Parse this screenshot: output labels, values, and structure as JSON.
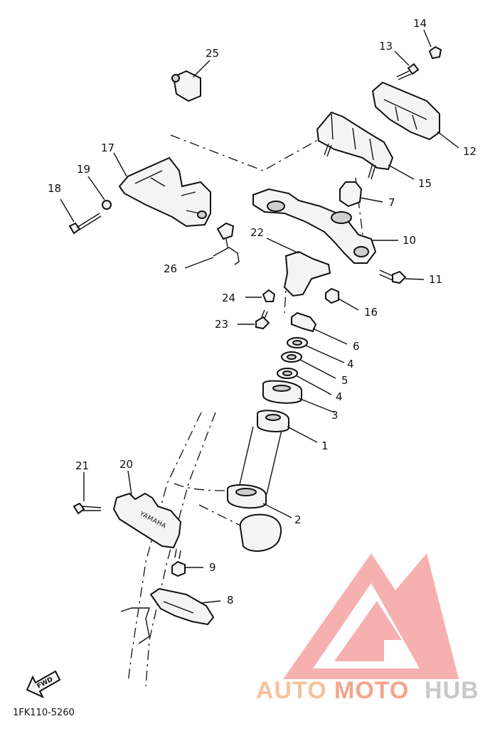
{
  "diagram": {
    "part_labels": [
      {
        "id": "p1",
        "text": "1"
      },
      {
        "id": "p2",
        "text": "2"
      },
      {
        "id": "p3",
        "text": "3"
      },
      {
        "id": "p4a",
        "text": "4"
      },
      {
        "id": "p4b",
        "text": "4"
      },
      {
        "id": "p5",
        "text": "5"
      },
      {
        "id": "p6",
        "text": "6"
      },
      {
        "id": "p7",
        "text": "7"
      },
      {
        "id": "p8",
        "text": "8"
      },
      {
        "id": "p9",
        "text": "9"
      },
      {
        "id": "p10",
        "text": "10"
      },
      {
        "id": "p11",
        "text": "11"
      },
      {
        "id": "p12",
        "text": "12"
      },
      {
        "id": "p13",
        "text": "13"
      },
      {
        "id": "p14",
        "text": "14"
      },
      {
        "id": "p15",
        "text": "15"
      },
      {
        "id": "p16",
        "text": "16"
      },
      {
        "id": "p17",
        "text": "17"
      },
      {
        "id": "p18",
        "text": "18"
      },
      {
        "id": "p19",
        "text": "19"
      },
      {
        "id": "p20",
        "text": "20"
      },
      {
        "id": "p21",
        "text": "21"
      },
      {
        "id": "p22",
        "text": "22"
      },
      {
        "id": "p23",
        "text": "23"
      },
      {
        "id": "p24",
        "text": "24"
      },
      {
        "id": "p25",
        "text": "25"
      },
      {
        "id": "p26",
        "text": "26"
      }
    ],
    "bracket_brand": "YAMAHA",
    "find_label": "FWD",
    "diagram_code": "1FK110-5260"
  },
  "watermark": {
    "text_auto": "AUTO",
    "text_moto": "MOTO",
    "text_hub": "HUB",
    "colors": {
      "auto": "#f7c29a",
      "moto": "#f5a48c",
      "hub": "#c9c9c9",
      "logo": "#f39a9a"
    }
  }
}
